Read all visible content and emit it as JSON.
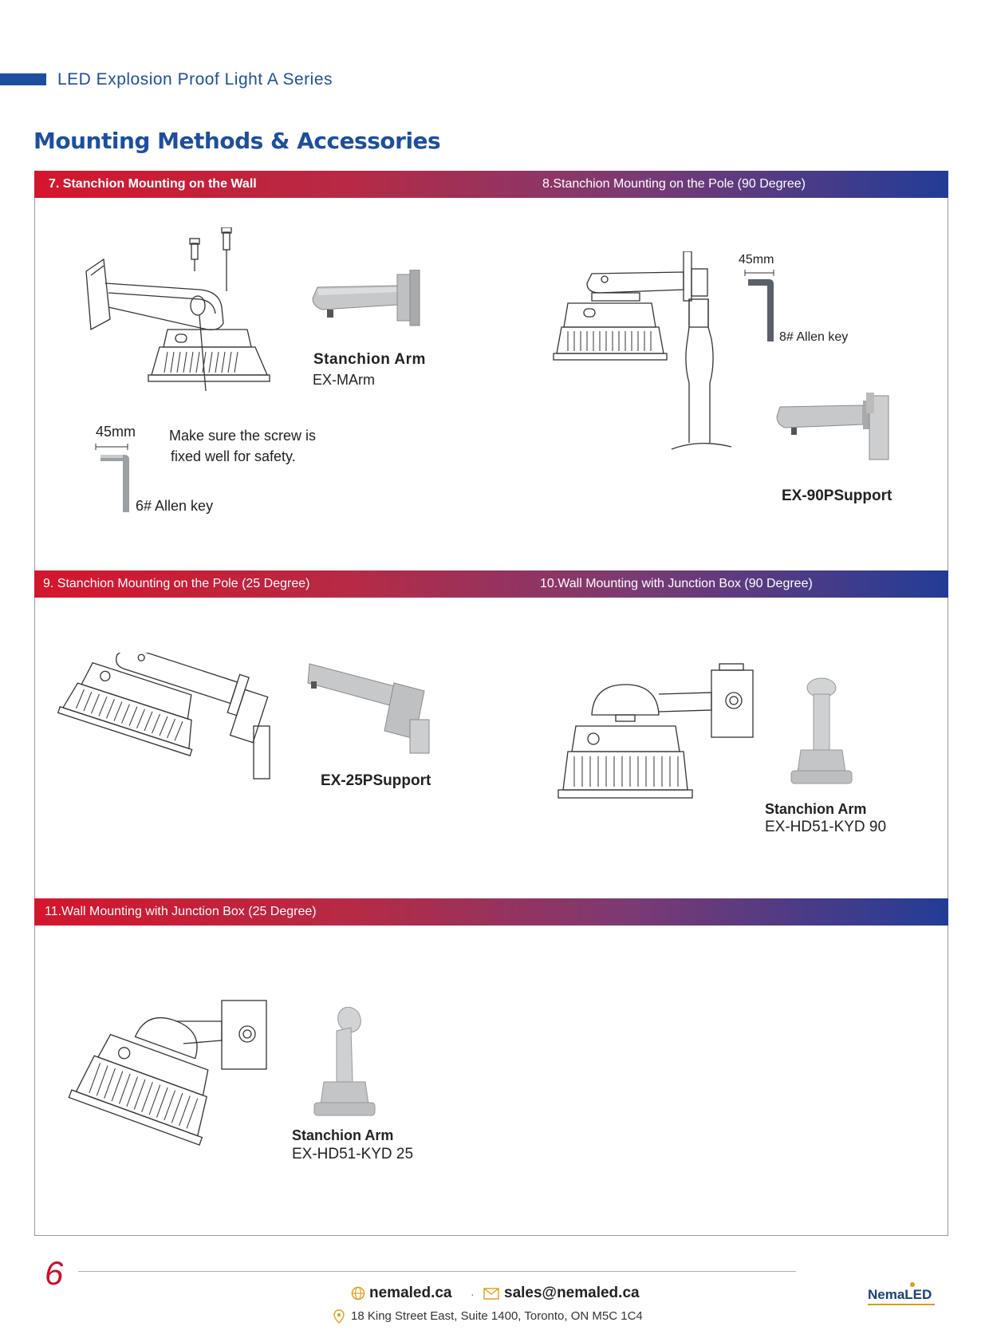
{
  "header": {
    "series": "LED Explosion Proof Light A Series",
    "page_title": "Mounting Methods & Accessories"
  },
  "sections": [
    {
      "heading": "7. Stanchion Mounting on the Wall",
      "bold": true
    },
    {
      "heading": "8.Stanchion Mounting on the Pole (90 Degree)"
    },
    {
      "heading": "9.  Stanchion Mounting on the Pole (25 Degree)"
    },
    {
      "heading": "10.Wall Mounting with Junction Box (90 Degree)"
    },
    {
      "heading": "11.Wall Mounting with Junction Box (25 Degree)"
    }
  ],
  "sec7": {
    "dim": "45mm",
    "note_line1": "Make sure the screw is",
    "note_line2": "fixed well for safety.",
    "key": "6# Allen key",
    "part_name": "Stanchion Arm",
    "part_code": "EX-MArm"
  },
  "sec8": {
    "dim": "45mm",
    "key": "8# Allen key",
    "part_code": "EX-90PSupport"
  },
  "sec9": {
    "part_code": "EX-25PSupport"
  },
  "sec10": {
    "part_name": "Stanchion Arm",
    "part_code": "EX-HD51-KYD 90"
  },
  "sec11": {
    "part_name": "Stanchion Arm",
    "part_code": "EX-HD51-KYD 25"
  },
  "footer": {
    "page_number": "6",
    "website": "nemaled.ca",
    "separator": "·",
    "email": "sales@nemaled.ca",
    "address": "18 King Street East, Suite 1400, Toronto, ON M5C 1C4",
    "logo_text": "NemaLED"
  },
  "colors": {
    "brand_blue": "#1d4f9e",
    "band_red": "#d4162d",
    "band_blue": "#233c97",
    "page_number_red": "#c8102e",
    "logo_gold": "#d4a020"
  }
}
